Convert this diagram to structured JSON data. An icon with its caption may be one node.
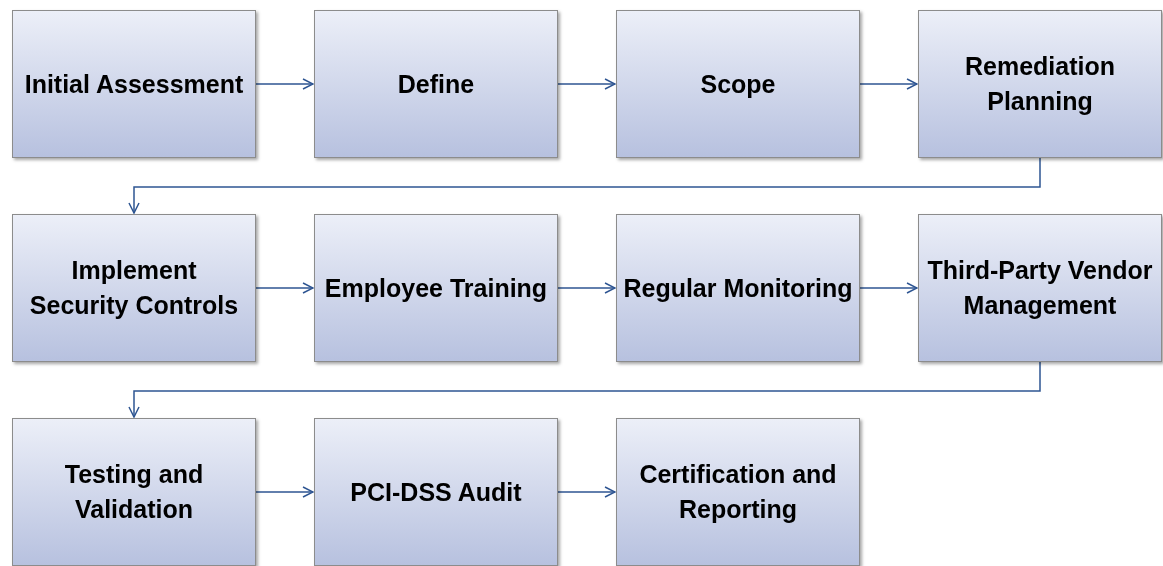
{
  "diagram": {
    "nodes": [
      {
        "text": [
          "Initial Assessment"
        ]
      },
      {
        "text": [
          "Define"
        ]
      },
      {
        "text": [
          "Scope"
        ]
      },
      {
        "text": [
          "Remediation Planning"
        ]
      },
      {
        "text": [
          "Implement Security Controls"
        ]
      },
      {
        "text": [
          "Employee Training"
        ]
      },
      {
        "text": [
          "Regular Monitoring"
        ]
      },
      {
        "text": [
          "Third-Party Vendor Management"
        ]
      },
      {
        "text": [
          "Testing and Validation"
        ]
      },
      {
        "text": [
          "PCI-DSS Audit"
        ]
      },
      {
        "text": [
          "Certification and Reporting"
        ]
      }
    ],
    "edges": [
      {
        "from": 0,
        "to": 1,
        "arrow": "to"
      },
      {
        "from": 1,
        "to": 2,
        "arrow": "to"
      },
      {
        "from": 2,
        "to": 3,
        "arrow": "to"
      },
      {
        "from": 3,
        "to": 4,
        "arrow": "to"
      },
      {
        "from": 4,
        "to": 5,
        "arrow": "to"
      },
      {
        "from": 5,
        "to": 6,
        "arrow": "to"
      },
      {
        "from": 6,
        "to": 7,
        "arrow": "to"
      },
      {
        "from": 7,
        "to": 8,
        "arrow": "to"
      },
      {
        "from": 8,
        "to": 9,
        "arrow": "to"
      },
      {
        "from": 9,
        "to": 10,
        "arrow": "to"
      }
    ]
  }
}
